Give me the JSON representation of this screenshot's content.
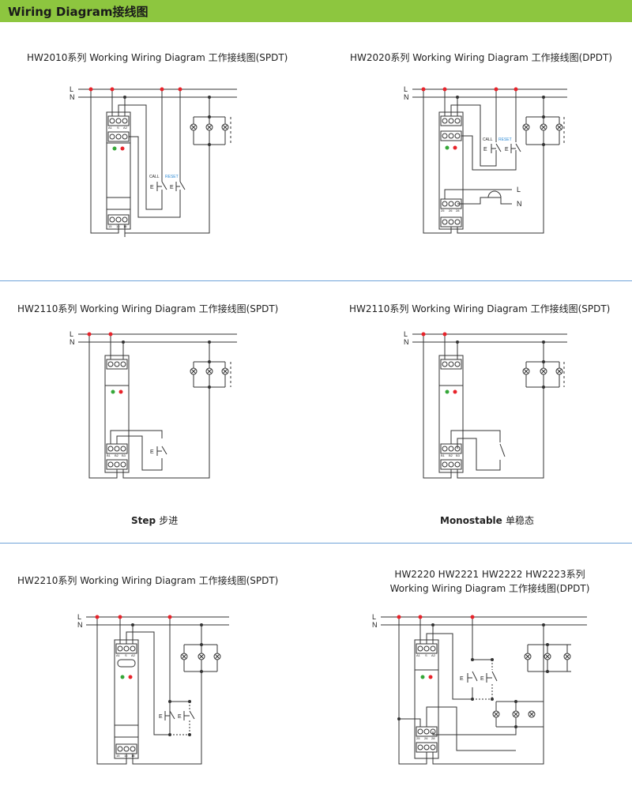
{
  "header": {
    "title": "Wiring Diagram接线图"
  },
  "sections": {
    "hw2010": {
      "caption": "HW2010系列 Working Wiring Diagram 工作接线图(SPDT)"
    },
    "hw2020": {
      "caption": "HW2020系列 Working Wiring Diagram 工作接线图(DPDT)"
    },
    "hw2110_step": {
      "caption": "HW2110系列 Working Wiring Diagram 工作接线图(SPDT)",
      "mode_en": "Step",
      "mode_cn": "步进"
    },
    "hw2110_mono": {
      "caption": "HW2110系列 Working Wiring Diagram 工作接线图(SPDT)",
      "mode_en": "Monostable",
      "mode_cn": "单稳态"
    },
    "hw2210": {
      "caption": "HW2210系列 Working Wiring Diagram 工作接线图(SPDT)"
    },
    "hw2220": {
      "caption_line1": "HW2220 HW2221 HW2222 HW2223系列",
      "caption_line2": "Working Wiring Diagram 工作接线图(DPDT)"
    }
  },
  "labels": {
    "L": "L",
    "N": "N",
    "call": "CALL",
    "reset": "RESET",
    "switch": "E",
    "term_A1": "A1",
    "term_S": "S",
    "term_A2": "A2",
    "term_15": "15",
    "term_16": "16",
    "term_18": "18",
    "term_25": "25",
    "term_26": "26",
    "term_28": "28",
    "term_B1": "B1",
    "term_B2": "B2",
    "term_B3": "B3"
  },
  "colors": {
    "header": "#8dc63f",
    "separator": "#6fa3d8",
    "node_red": "#e8232a",
    "led_green": "#35a738",
    "led_red": "#e8232a",
    "reset_blue": "#2e8bd6"
  }
}
